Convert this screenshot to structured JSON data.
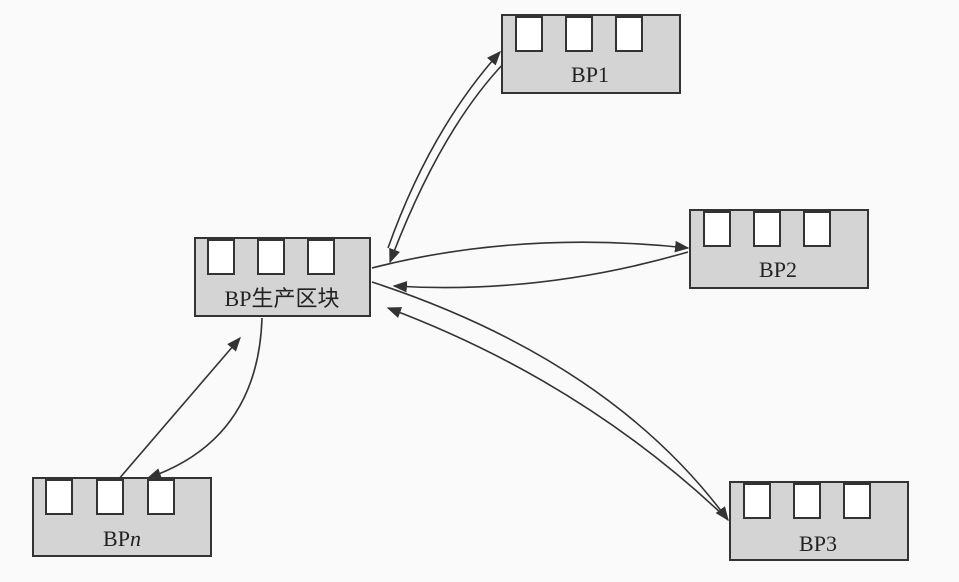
{
  "nodes": [
    {
      "id": "center",
      "label_main": "BP生产区块",
      "label_suffix": ""
    },
    {
      "id": "bp1",
      "label_main": "BP1",
      "label_suffix": ""
    },
    {
      "id": "bp2",
      "label_main": "BP2",
      "label_suffix": ""
    },
    {
      "id": "bp3",
      "label_main": "BP3",
      "label_suffix": ""
    },
    {
      "id": "bpn",
      "label_main": "BP",
      "label_suffix": "n"
    }
  ],
  "edges": [
    {
      "from": "center",
      "to": "bp1",
      "bidirectional": true
    },
    {
      "from": "center",
      "to": "bp2",
      "bidirectional": true
    },
    {
      "from": "center",
      "to": "bp3",
      "bidirectional": true
    },
    {
      "from": "center",
      "to": "bpn",
      "bidirectional": true
    }
  ],
  "colors": {
    "box_fill": "#d4d4d4",
    "stroke": "#333333",
    "slot_fill": "#ffffff"
  }
}
